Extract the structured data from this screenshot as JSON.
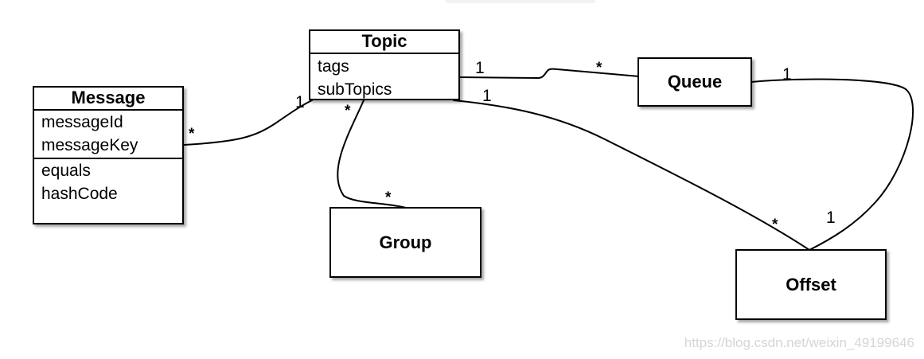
{
  "classes": {
    "topic": {
      "name": "Topic",
      "attributes": [
        "tags",
        "subTopics"
      ]
    },
    "message": {
      "name": "Message",
      "attributes": [
        "messageId",
        "messageKey"
      ],
      "methods": [
        "equals",
        "hashCode"
      ]
    },
    "queue": {
      "name": "Queue"
    },
    "group": {
      "name": "Group"
    },
    "offset": {
      "name": "Offset"
    }
  },
  "multiplicities": {
    "message_to_topic": {
      "message_end": "*",
      "topic_end": "1"
    },
    "topic_to_queue": {
      "topic_end": "1",
      "queue_end": "*"
    },
    "topic_to_group": {
      "topic_end": "*",
      "group_end": "*"
    },
    "topic_to_offset": {
      "topic_end": "1",
      "offset_end": "*"
    },
    "queue_to_offset": {
      "queue_end": "1",
      "offset_end": "1"
    }
  },
  "watermark": "https://blog.csdn.net/weixin_49199646"
}
